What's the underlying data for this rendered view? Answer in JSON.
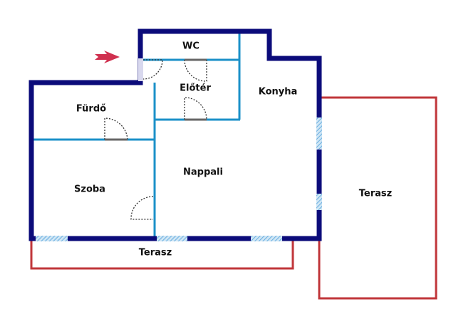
{
  "title": "Floor plan",
  "rooms": {
    "wc": "WC",
    "eloter": "Előtér",
    "konyha": "Konyha",
    "furdo": "Fürdő",
    "szoba": "Szoba",
    "nappali": "Nappali",
    "terasz_bottom": "Terasz",
    "terasz_right": "Terasz"
  },
  "icons": {
    "entrance": "entrance-arrow-icon"
  },
  "colors": {
    "outer_wall": "#0b0b7a",
    "inner_wall": "#1b90c8",
    "terrace": "#c0363a",
    "arrow": "#d0304f"
  }
}
